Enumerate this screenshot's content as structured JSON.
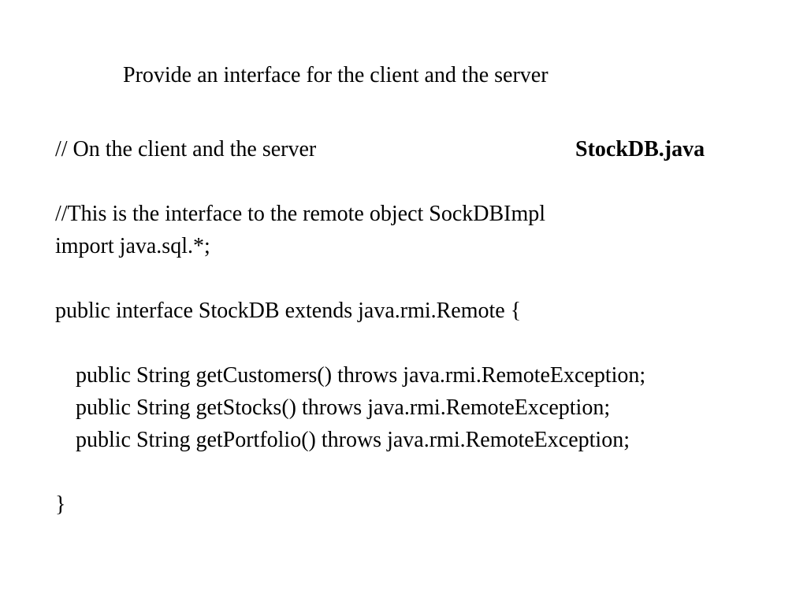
{
  "slide": {
    "title": "Provide an interface for the client and the server",
    "filename": "StockDB.java",
    "code_lines": [
      "// On the client and the server",
      "//This is the interface to the remote object SockDBImpl",
      "import java.sql.*;",
      "public interface StockDB extends java.rmi.Remote {",
      "public String getCustomers() throws java.rmi.RemoteException;",
      "public String getStocks() throws java.rmi.RemoteException;",
      "public String getPortfolio() throws java.rmi.RemoteException;",
      "}"
    ]
  }
}
